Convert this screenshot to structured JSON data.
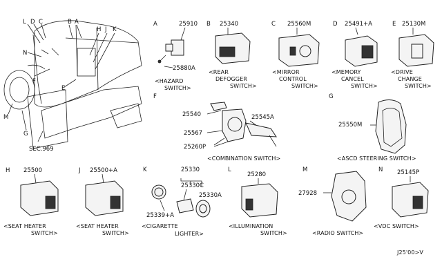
{
  "overview": {
    "labels": [
      "L",
      "D",
      "C",
      "B",
      "A",
      "H",
      "J",
      "K",
      "N",
      "F",
      "E",
      "M",
      "G"
    ],
    "section_ref": "SEC.969"
  },
  "parts": [
    {
      "letter": "A",
      "part_no": "25910",
      "sub_part_no": "25880A",
      "caption": [
        "<HAZARD",
        "SWITCH>"
      ]
    },
    {
      "letter": "B",
      "part_no": "25340",
      "caption": [
        "<REAR",
        "DEFOGGER",
        "SWITCH>"
      ]
    },
    {
      "letter": "C",
      "part_no": "25560M",
      "caption": [
        "<MIRROR",
        "CONTROL",
        "SWITCH>"
      ]
    },
    {
      "letter": "D",
      "part_no": "25491+A",
      "caption": [
        "<MEMORY",
        "CANCEL",
        "SWITCH>"
      ]
    },
    {
      "letter": "E",
      "part_no": "25130M",
      "caption": [
        "<DRIVE",
        "CHANGE",
        "SWITCH>"
      ]
    },
    {
      "letter": "F",
      "part_nos": [
        "25540",
        "25545A",
        "25567",
        "25260P"
      ],
      "caption": [
        "<COMBINATION SWITCH>"
      ]
    },
    {
      "letter": "G",
      "part_no": "25550M",
      "caption": [
        "<ASCD STEERING SWITCH>"
      ]
    },
    {
      "letter": "H",
      "part_no": "25500",
      "caption": [
        "<SEAT HEATER",
        "SWITCH>"
      ]
    },
    {
      "letter": "J",
      "part_no": "25500+A",
      "caption": [
        "<SEAT HEATER",
        "SWITCH>"
      ]
    },
    {
      "letter": "K",
      "part_nos": [
        "25330",
        "25330C",
        "25330A",
        "25339+A"
      ],
      "caption": [
        "<CIGARETTE",
        "LIGHTER>"
      ]
    },
    {
      "letter": "L",
      "part_no": "25280",
      "caption": [
        "<ILLUMINATION",
        "SWITCH>"
      ]
    },
    {
      "letter": "M",
      "part_no": "27928",
      "caption": [
        "<RADIO SWITCH>"
      ]
    },
    {
      "letter": "N",
      "part_no": "25145P",
      "caption": [
        "<VDC SWITCH>"
      ]
    }
  ],
  "diagram_code": "J25'00>V"
}
